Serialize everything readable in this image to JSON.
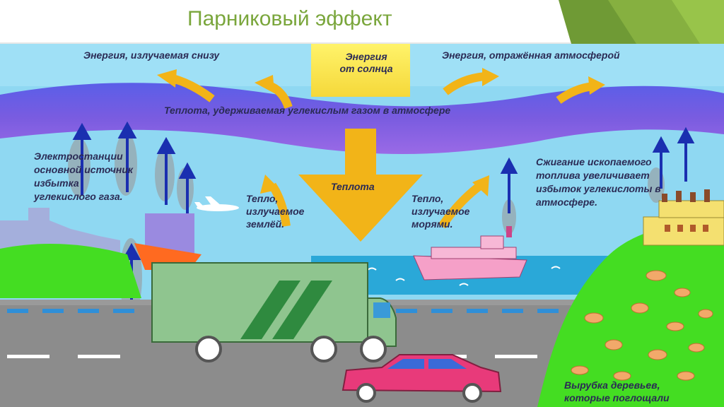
{
  "slide": {
    "title": "Парниковый эффект"
  },
  "labels": {
    "energy_below": "Энергия, излучаемая снизу",
    "energy_sun_line1": "Энергия",
    "energy_sun_line2": "от солнца",
    "energy_reflected": "Энергия, отражённая атмосферой",
    "heat_co2": "Теплота, удерживаемая углекислым газом в атмосфере",
    "power_line1": "Электростанции",
    "power_line2": "основной источник",
    "power_line3": "избытка",
    "power_line4": "углекислого газа.",
    "heat": "Теплота",
    "earth_line1": "Тепло,",
    "earth_line2": "излучаемое",
    "earth_line3": "землёй.",
    "sea_line1": "Тепло,",
    "sea_line2": "излучаемое",
    "sea_line3": "морями.",
    "fossil_line1": "Сжигание ископаемого",
    "fossil_line2": "топлива увеличивает",
    "fossil_line3": "избыток углекислоты в",
    "fossil_line4": "атмосфере.",
    "trees_line1": "Вырубка деревьев,",
    "trees_line2": "которые поглощали"
  },
  "colors": {
    "title": "#7aa63c",
    "sky": "#8fd8f2",
    "co2_band": "#7a5ce0",
    "sun_beam": "#f5e542",
    "arrow": "#f2b418",
    "co2_arrow": "#1a2fb0",
    "road": "#8c8c8c",
    "grass": "#44dd22",
    "sea": "#2aa8d8",
    "truck": "#8fc58f",
    "car": "#e83a7a",
    "ship": "#f5a0c8"
  }
}
